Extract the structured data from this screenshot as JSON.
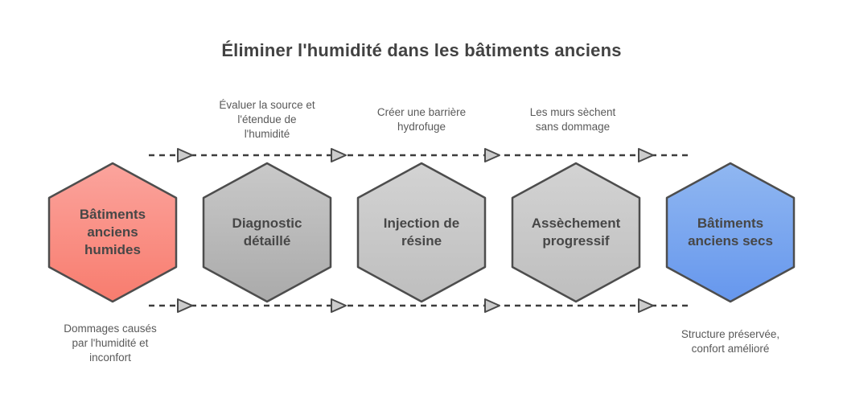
{
  "title": "Éliminer l'humidité dans les bâtiments anciens",
  "colors": {
    "background": "#ffffff",
    "title_text": "#424242",
    "hex_border": "#4d4d4d",
    "hex_label_text": "#474747",
    "annotation_text": "#595959",
    "dash_line": "#3d3d3d",
    "arrowhead_fill": "#cccccc",
    "arrowhead_border": "#4a4a4a"
  },
  "stages": [
    {
      "label": "Bâtiments\nanciens\nhumides",
      "color_top": "#fba49d",
      "color_bottom": "#f87c6e",
      "annotation": "Dommages causés\npar l'humidité et\ninconfort",
      "annotation_position": "below"
    },
    {
      "label": "Diagnostic\ndétaillé",
      "color_top": "#c9c9c9",
      "color_bottom": "#aaaaaa",
      "annotation": "Évaluer la source et\nl'étendue de\nl'humidité",
      "annotation_position": "above"
    },
    {
      "label": "Injection de\nrésine",
      "color_top": "#d3d3d3",
      "color_bottom": "#bebebe",
      "annotation": "Créer une barrière\nhydrofuge",
      "annotation_position": "above"
    },
    {
      "label": "Assèchement\nprogressif",
      "color_top": "#d3d3d3",
      "color_bottom": "#bebebe",
      "annotation": "Les murs sèchent\nsans dommage",
      "annotation_position": "above"
    },
    {
      "label": "Bâtiments\nanciens secs",
      "color_top": "#90b7f1",
      "color_bottom": "#6697ed",
      "annotation": "Structure préservée,\nconfort amélioré",
      "annotation_position": "below"
    }
  ]
}
